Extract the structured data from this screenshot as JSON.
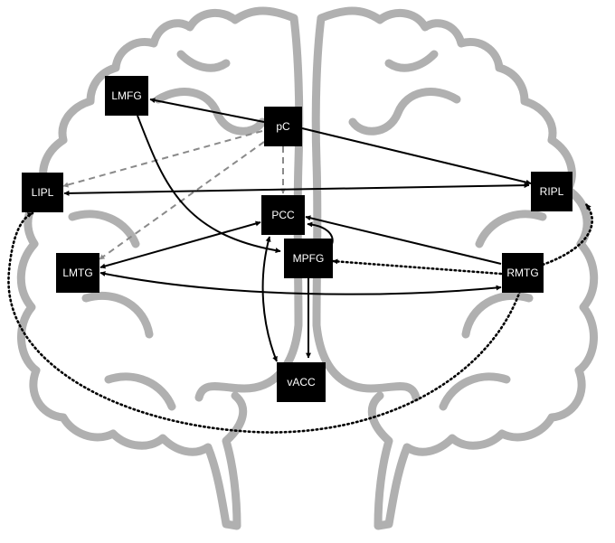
{
  "nodes": {
    "lmfg": {
      "label": "LMFG"
    },
    "pc": {
      "label": "pC"
    },
    "lipl": {
      "label": "LIPL"
    },
    "ripl": {
      "label": "RIPL"
    },
    "pcc": {
      "label": "PCC"
    },
    "mpfg": {
      "label": "MPFG"
    },
    "lmtg": {
      "label": "LMTG"
    },
    "rmtg": {
      "label": "RMTG"
    },
    "vacc": {
      "label": "vACC"
    }
  },
  "edges": [
    {
      "from": "pC",
      "to": "LMFG",
      "style": "solid",
      "direction": "forward"
    },
    {
      "from": "pC",
      "to": "RIPL",
      "style": "solid",
      "direction": "forward"
    },
    {
      "from": "pC",
      "to": "LIPL",
      "style": "dashed",
      "direction": "forward"
    },
    {
      "from": "pC",
      "to": "LMTG",
      "style": "dashed",
      "direction": "forward"
    },
    {
      "from": "pC",
      "to": "PCC",
      "style": "dashed",
      "direction": "forward"
    },
    {
      "from": "LMFG",
      "to": "MPFG",
      "style": "solid",
      "direction": "forward"
    },
    {
      "from": "LIPL",
      "to": "RIPL",
      "style": "solid",
      "direction": "both"
    },
    {
      "from": "PCC",
      "to": "LMTG",
      "style": "solid",
      "direction": "both"
    },
    {
      "from": "PCC",
      "to": "MPFG",
      "style": "solid",
      "direction": "both"
    },
    {
      "from": "PCC",
      "to": "vACC",
      "style": "solid",
      "direction": "both"
    },
    {
      "from": "RMTG",
      "to": "PCC",
      "style": "solid",
      "direction": "forward"
    },
    {
      "from": "RMTG",
      "to": "MPFG",
      "style": "dotted",
      "direction": "forward"
    },
    {
      "from": "LMTG",
      "to": "RMTG",
      "style": "solid",
      "direction": "both"
    },
    {
      "from": "MPFG",
      "to": "vACC",
      "style": "solid",
      "direction": "forward"
    },
    {
      "from": "RMTG",
      "to": "LIPL",
      "style": "dotted",
      "direction": "forward"
    },
    {
      "from": "RMTG",
      "to": "RIPL",
      "style": "dotted",
      "direction": "forward"
    }
  ],
  "colors": {
    "node_fill": "#000000",
    "node_text": "#ffffff",
    "brain_outline": "#b0b0b0",
    "dashed_edge": "#8a8a8a",
    "edge": "#000000"
  }
}
